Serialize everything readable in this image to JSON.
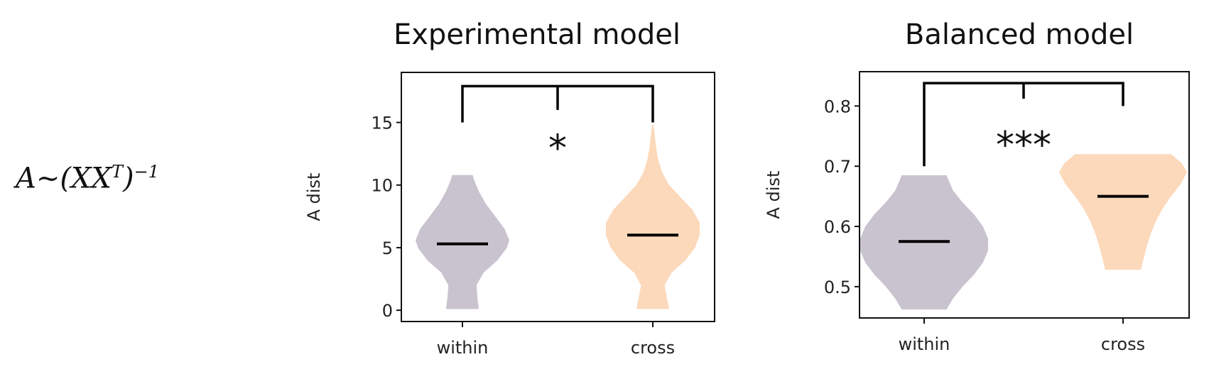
{
  "formula": {
    "lhs": "A",
    "rel": "~",
    "base": "(XX",
    "sup_T": "T",
    "close": ")",
    "sup_exp": "−1"
  },
  "colors": {
    "within": "#c9c3cf",
    "cross": "#fcd9bb",
    "line": "#000000"
  },
  "chart_data": [
    {
      "type": "violin",
      "title": "Experimental  model",
      "xlabel": "",
      "ylabel": "A dist",
      "categories": [
        "within",
        "cross"
      ],
      "ylim": [
        -0.9,
        19
      ],
      "yticks": [
        0,
        5,
        10,
        15
      ],
      "ytick_labels": [
        "0",
        "5",
        "10",
        "15"
      ],
      "medians": [
        5.3,
        6.0
      ],
      "profiles": [
        [
          [
            0.1,
            0.35
          ],
          [
            1.0,
            0.32
          ],
          [
            2.0,
            0.3
          ],
          [
            3.0,
            0.45
          ],
          [
            4.0,
            0.75
          ],
          [
            5.0,
            0.95
          ],
          [
            5.6,
            1.0
          ],
          [
            6.5,
            0.9
          ],
          [
            7.5,
            0.7
          ],
          [
            8.5,
            0.5
          ],
          [
            9.5,
            0.35
          ],
          [
            10.4,
            0.25
          ],
          [
            10.8,
            0.22
          ]
        ],
        [
          [
            0.1,
            0.35
          ],
          [
            1.0,
            0.3
          ],
          [
            2.0,
            0.25
          ],
          [
            3.0,
            0.4
          ],
          [
            4.0,
            0.7
          ],
          [
            5.0,
            0.9
          ],
          [
            6.0,
            1.0
          ],
          [
            7.0,
            1.0
          ],
          [
            8.0,
            0.85
          ],
          [
            9.0,
            0.6
          ],
          [
            10.0,
            0.35
          ],
          [
            11.0,
            0.2
          ],
          [
            12.0,
            0.12
          ],
          [
            13.0,
            0.07
          ],
          [
            14.0,
            0.04
          ],
          [
            14.8,
            0.02
          ]
        ]
      ],
      "significance": {
        "label": "*",
        "left_end": 15,
        "right_end": 15,
        "bar": 17.9,
        "mid_end": 16.0
      }
    },
    {
      "type": "violin",
      "title": "Balanced model",
      "xlabel": "",
      "ylabel": "A dist",
      "categories": [
        "within",
        "cross"
      ],
      "ylim": [
        0.448,
        0.857
      ],
      "yticks": [
        0.5,
        0.6,
        0.7,
        0.8
      ],
      "ytick_labels": [
        "0.5",
        "0.6",
        "0.7",
        "0.8"
      ],
      "medians": [
        0.575,
        0.65
      ],
      "profiles": [
        [
          [
            0.462,
            0.35
          ],
          [
            0.48,
            0.45
          ],
          [
            0.5,
            0.6
          ],
          [
            0.52,
            0.78
          ],
          [
            0.54,
            0.92
          ],
          [
            0.56,
            1.0
          ],
          [
            0.58,
            1.0
          ],
          [
            0.6,
            0.92
          ],
          [
            0.62,
            0.78
          ],
          [
            0.64,
            0.6
          ],
          [
            0.66,
            0.45
          ],
          [
            0.685,
            0.35
          ]
        ],
        [
          [
            0.528,
            0.28
          ],
          [
            0.55,
            0.33
          ],
          [
            0.57,
            0.38
          ],
          [
            0.59,
            0.44
          ],
          [
            0.61,
            0.52
          ],
          [
            0.63,
            0.62
          ],
          [
            0.65,
            0.75
          ],
          [
            0.67,
            0.9
          ],
          [
            0.69,
            1.0
          ],
          [
            0.705,
            0.92
          ],
          [
            0.72,
            0.75
          ]
        ]
      ],
      "significance": {
        "label": "***",
        "left_end": 0.7,
        "right_end": 0.8,
        "bar": 0.838,
        "mid_end": 0.812
      }
    }
  ]
}
